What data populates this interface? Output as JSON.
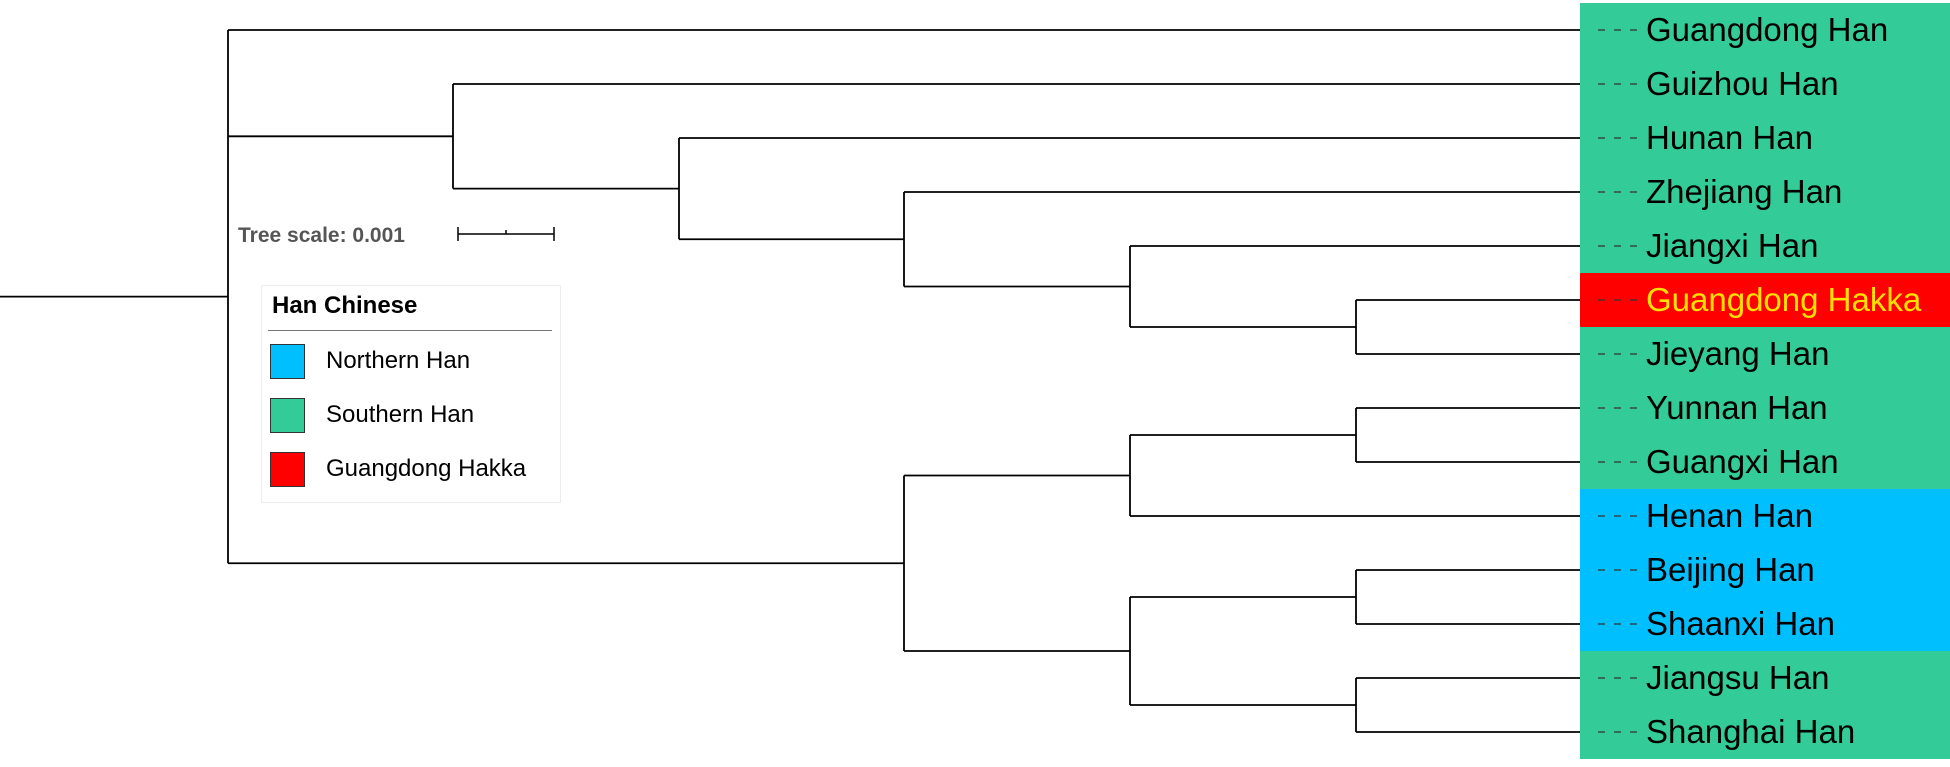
{
  "tree_scale": {
    "label": "Tree scale: 0.001"
  },
  "legend": {
    "title": "Han Chinese",
    "items": [
      {
        "label": "Northern Han",
        "color": "#00BFFF"
      },
      {
        "label": "Southern Han",
        "color": "#33CC99"
      },
      {
        "label": "Guangdong Hakka",
        "color": "#FF0000"
      }
    ]
  },
  "leaves": [
    {
      "label": "Guangdong Han",
      "group": "Southern Han"
    },
    {
      "label": "Guizhou Han",
      "group": "Southern Han"
    },
    {
      "label": "Hunan Han",
      "group": "Southern Han"
    },
    {
      "label": "Zhejiang Han",
      "group": "Southern Han"
    },
    {
      "label": "Jiangxi Han",
      "group": "Southern Han"
    },
    {
      "label": "Guangdong Hakka",
      "group": "Guangdong Hakka",
      "text_color": "#FFE000"
    },
    {
      "label": "Jieyang Han",
      "group": "Southern Han"
    },
    {
      "label": "Yunnan Han",
      "group": "Southern Han"
    },
    {
      "label": "Guangxi Han",
      "group": "Southern Han"
    },
    {
      "label": "Henan Han",
      "group": "Northern Han"
    },
    {
      "label": "Beijing Han",
      "group": "Northern Han"
    },
    {
      "label": "Shaanxi Han",
      "group": "Northern Han"
    },
    {
      "label": "Jiangsu Han",
      "group": "Southern Han"
    },
    {
      "label": "Shanghai Han",
      "group": "Southern Han"
    }
  ]
}
